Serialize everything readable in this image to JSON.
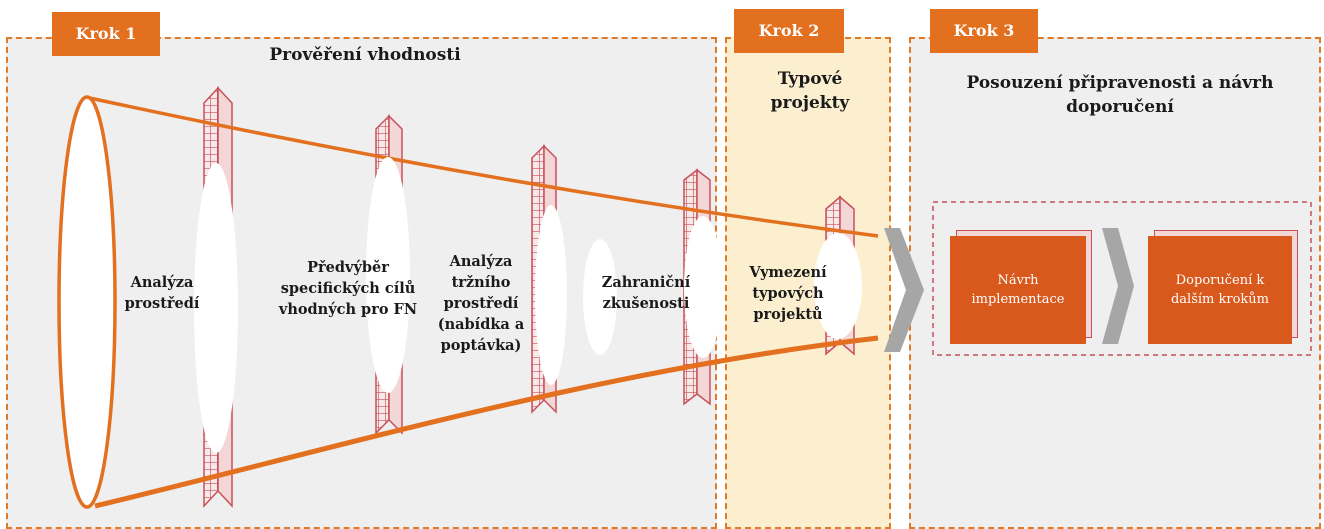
{
  "step1": {
    "tab": "Krok 1",
    "heading": "Prověření vhodnosti"
  },
  "step2": {
    "tab": "Krok 2",
    "heading": "Typové projekty"
  },
  "step3": {
    "tab": "Krok 3",
    "heading": "Posouzení připravenosti a návrh doporučení"
  },
  "stages": [
    {
      "label": "Analýza prostředí"
    },
    {
      "label": "Předvýběr specifických cílů vhodných pro FN"
    },
    {
      "label": "Analýza tržního prostředí (nabídka a poptávka)"
    },
    {
      "label": "Zahraniční zkušenosti"
    },
    {
      "label": "Vymezení typových projektů"
    }
  ],
  "boxes": [
    {
      "label": "Návrh implementace"
    },
    {
      "label": "Doporučení k dalším krokům"
    }
  ],
  "colors": {
    "accent": "#e2701f",
    "box": "#d9581b",
    "grid": "#c8505a",
    "step2_bg": "#fbefcf",
    "panel_bg": "#efefef"
  }
}
